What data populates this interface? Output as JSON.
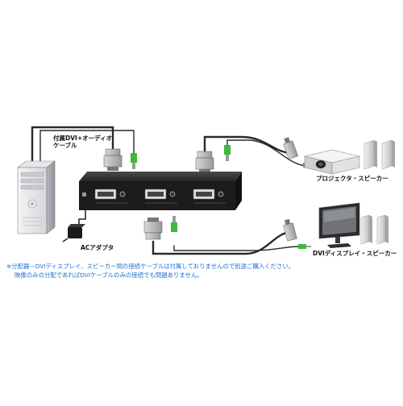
{
  "labels": {
    "bundled_cable": "付属DVI+オーディオ\nケーブル",
    "projector_speaker": "プロジェクタ・スピーカー",
    "dvi_display_speaker": "DVIディスプレイ・スピーカー",
    "ac_adapter": "ACアダプタ"
  },
  "notes": {
    "line1": "※分配器－DVIディスプレイ、スピーカー間の接続ケーブルは付属しておりませんので別途ご購入ください。",
    "line2": "映像のみの分配であればDVIケーブルのみの接続でも問題ありません。"
  },
  "colors": {
    "cable": "#2a2a2a",
    "audio_plug": "#3cba3c",
    "note_text": "#1e6fd0",
    "device_body": "#1c1c1c"
  }
}
